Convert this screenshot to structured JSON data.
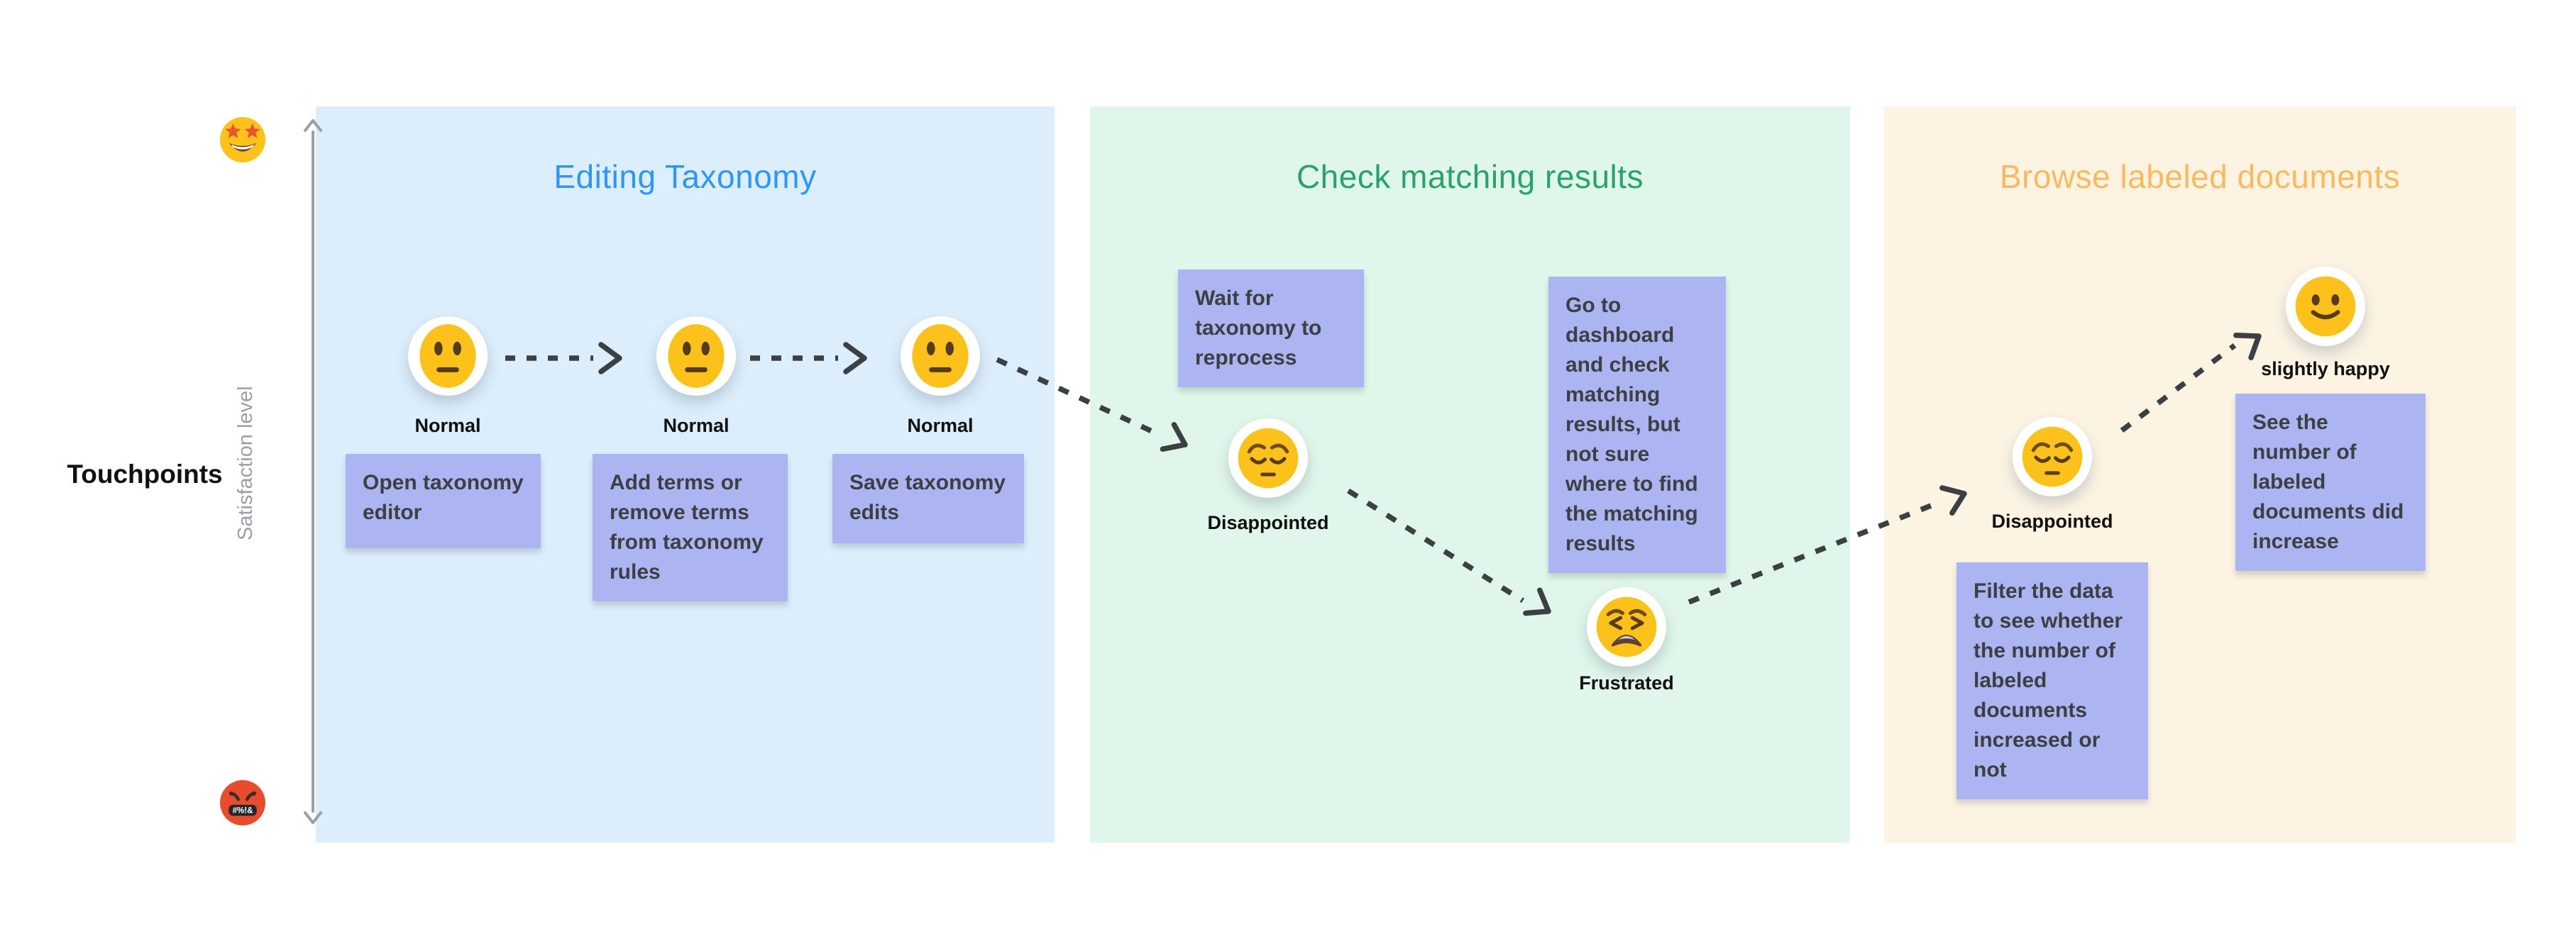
{
  "axis": {
    "touchpoints_label": "Touchpoints",
    "satisfaction_label": "Satisfaction level",
    "top_emoji": "star-struck-face",
    "bottom_emoji": "cursing-angry-face",
    "grawlix": "#%!&",
    "arrow_color": "#9AA0A6"
  },
  "colors": {
    "section1_bg": "#DCEDFB",
    "section1_title": "#2E96F5",
    "section2_bg": "#E0F6EA",
    "section2_title": "#28A46A",
    "section3_bg": "#FCF3E3",
    "section3_title": "#F9BA5F",
    "note_bg": "#ACB5F2",
    "note_text": "#3C4043",
    "journey_arrow": "#3C4043",
    "emoji_yellow": "#FCC21B",
    "emoji_red": "#E94B2D"
  },
  "sections": [
    {
      "title": "Editing Taxonomy",
      "emotions": [
        {
          "emoji": "neutral-face",
          "label": "Normal"
        },
        {
          "emoji": "neutral-face",
          "label": "Normal"
        },
        {
          "emoji": "neutral-face",
          "label": "Normal"
        }
      ],
      "notes": [
        "Open taxonomy editor",
        "Add terms or remove terms from taxonomy rules",
        "Save taxonomy edits"
      ]
    },
    {
      "title": "Check matching results",
      "emotions": [
        {
          "emoji": "pensive-face",
          "label": "Disappointed"
        },
        {
          "emoji": "tired-face",
          "label": "Frustrated"
        }
      ],
      "notes": [
        "Wait for taxonomy to reprocess",
        "Go to dashboard and check matching results, but not sure where to find the matching results"
      ]
    },
    {
      "title": "Browse labeled documents",
      "emotions": [
        {
          "emoji": "pensive-face",
          "label": "Disappointed"
        },
        {
          "emoji": "slightly-smiling-face",
          "label": "slightly happy"
        }
      ],
      "notes": [
        "Filter the data to see whether the number of labeled documents increased or not",
        "See the number of labeled documents did increase"
      ]
    }
  ]
}
